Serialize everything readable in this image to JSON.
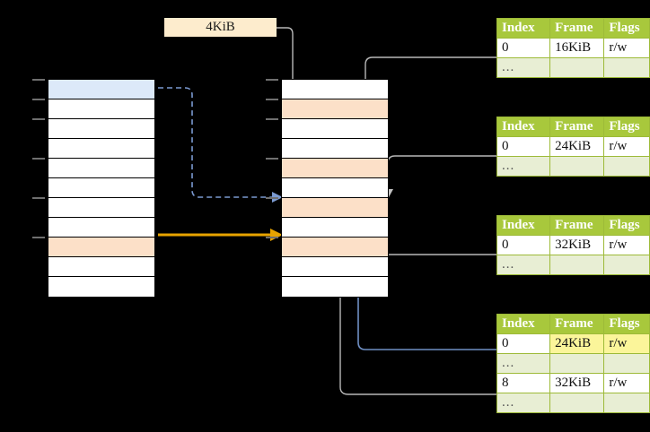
{
  "diagram": {
    "title_label": "4KiB",
    "virtual_column": {
      "name": "virtual-address-space-column",
      "rows": [
        {
          "fill": "blue"
        },
        {
          "fill": "white"
        },
        {
          "fill": "white"
        },
        {
          "fill": "white"
        },
        {
          "fill": "white"
        },
        {
          "fill": "white"
        },
        {
          "fill": "white"
        },
        {
          "fill": "white"
        },
        {
          "fill": "peach"
        },
        {
          "fill": "white"
        },
        {
          "fill": "white"
        }
      ]
    },
    "physical_column": {
      "name": "physical-memory-column",
      "rows": [
        {
          "fill": "white"
        },
        {
          "fill": "peach"
        },
        {
          "fill": "white"
        },
        {
          "fill": "white"
        },
        {
          "fill": "peach"
        },
        {
          "fill": "white"
        },
        {
          "fill": "peach"
        },
        {
          "fill": "white"
        },
        {
          "fill": "peach"
        },
        {
          "fill": "white"
        },
        {
          "fill": "white"
        }
      ]
    },
    "tables": [
      {
        "name": "page-table-level-1",
        "headers": [
          "Index",
          "Frame",
          "Flags"
        ],
        "rows": [
          {
            "index": "0",
            "frame": "16KiB",
            "flags": "r/w",
            "highlight": false,
            "dots": false
          },
          {
            "index": "...",
            "frame": "",
            "flags": "",
            "highlight": false,
            "dots": true
          }
        ]
      },
      {
        "name": "page-table-level-2",
        "headers": [
          "Index",
          "Frame",
          "Flags"
        ],
        "rows": [
          {
            "index": "0",
            "frame": "24KiB",
            "flags": "r/w",
            "highlight": false,
            "dots": false
          },
          {
            "index": "...",
            "frame": "",
            "flags": "",
            "highlight": false,
            "dots": true
          }
        ]
      },
      {
        "name": "page-table-level-3",
        "headers": [
          "Index",
          "Frame",
          "Flags"
        ],
        "rows": [
          {
            "index": "0",
            "frame": "32KiB",
            "flags": "r/w",
            "highlight": false,
            "dots": false
          },
          {
            "index": "...",
            "frame": "",
            "flags": "",
            "highlight": false,
            "dots": true
          }
        ]
      },
      {
        "name": "page-table-level-4",
        "headers": [
          "Index",
          "Frame",
          "Flags"
        ],
        "rows": [
          {
            "index": "0",
            "frame": "24KiB",
            "flags": "r/w",
            "highlight": true,
            "dots": false
          },
          {
            "index": "...",
            "frame": "",
            "flags": "",
            "highlight": false,
            "dots": true
          },
          {
            "index": "8",
            "frame": "32KiB",
            "flags": "r/w",
            "highlight": false,
            "dots": false
          },
          {
            "index": "...",
            "frame": "",
            "flags": "",
            "highlight": false,
            "dots": true
          }
        ]
      }
    ],
    "colors": {
      "header_green": "#a8c83c",
      "dots_green": "#e8eed4",
      "highlight_yellow": "#fbf59a",
      "blue_cell": "#dce9f9",
      "peach_cell": "#fce0c8",
      "orange_arrow": "#e8a400",
      "blue_arrow": "#6f8fc4",
      "gray_link": "#b8b8b8",
      "size_box": "#fdeccd"
    }
  }
}
